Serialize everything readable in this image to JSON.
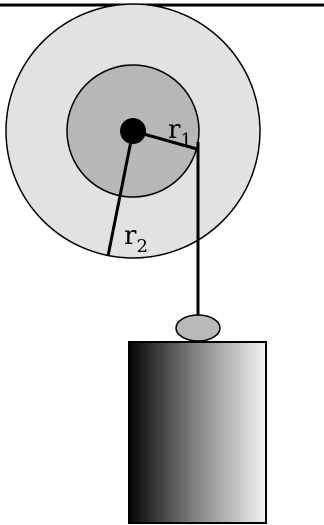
{
  "diagram": {
    "labels": {
      "r1_main": "r",
      "r1_sub": "1",
      "r2_main": "r",
      "r2_sub": "2"
    },
    "colors": {
      "outer_disk": "#e2e2e2",
      "inner_disk": "#b7b7b7",
      "axle": "#000000",
      "stroke": "#000000",
      "weight_gradient_dark": "#050505",
      "weight_gradient_light": "#f4f4f4",
      "hook_fill": "#b9b9b9"
    }
  }
}
